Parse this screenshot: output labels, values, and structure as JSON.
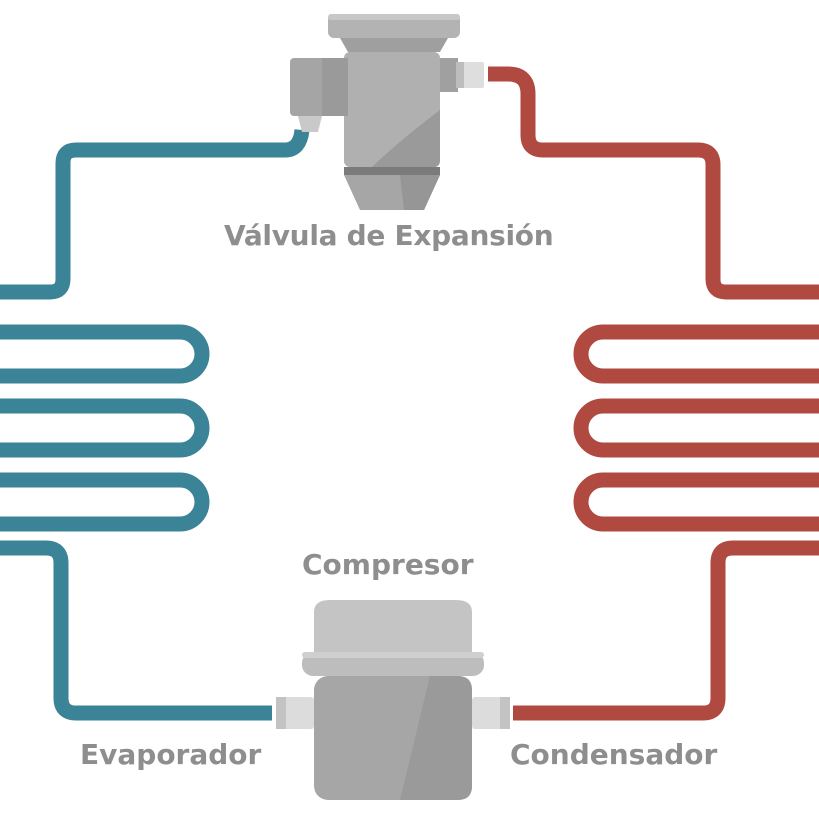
{
  "labels": {
    "expansion_valve": "Válvula de Expansión",
    "compressor": "Compresor",
    "evaporator": "Evaporador",
    "condenser": "Condensador"
  },
  "colors": {
    "cold_line": "#3b8396",
    "hot_line": "#b04a40",
    "component_gray": "#a9a9a9",
    "label_gray": "#8e8e8e"
  }
}
